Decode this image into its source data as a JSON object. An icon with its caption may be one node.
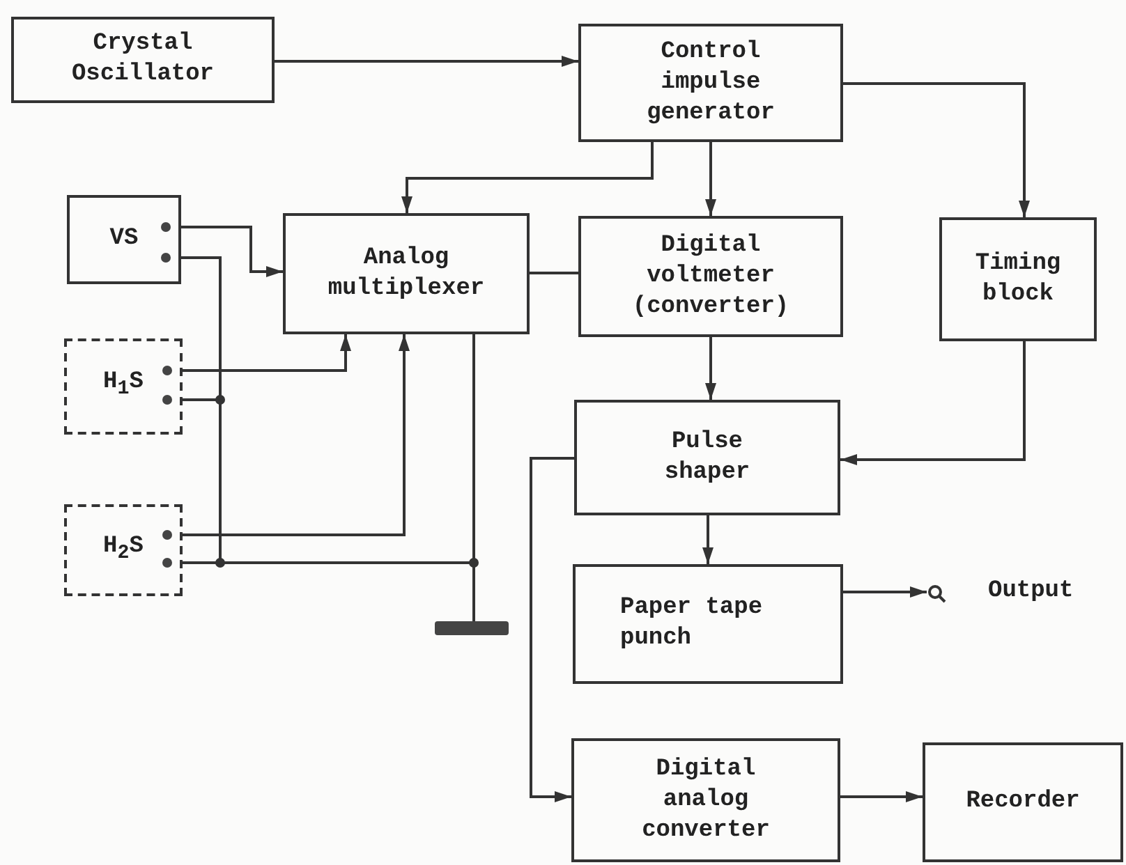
{
  "diagram": {
    "nodes": [
      {
        "text": [
          "Crystal Oscillator"
        ]
      },
      {
        "text": [
          "Control impulse generator"
        ]
      },
      {
        "text": [
          "VS"
        ]
      },
      {
        "text": [
          "Analog multiplexer"
        ]
      },
      {
        "text": [
          "Digital voltmeter (converter)"
        ]
      },
      {
        "text": [
          "Timing block"
        ]
      },
      {
        "text": [
          "H$_{1}$S"
        ]
      },
      {
        "text": [
          "H$_{2}$S"
        ]
      },
      {
        "text": [
          "Pulse shaper"
        ]
      },
      {
        "text": [],
        "shape": "bar"
      },
      {
        "text": [
          "Paper tape punch"
        ]
      },
      {
        "text": [
          "Output"
        ]
      },
      {
        "text": [
          "Digital analog converter"
        ]
      },
      {
        "text": [
          "Recorder"
        ]
      }
    ],
    "edges": [
      {
        "from": 0,
        "to": 1,
        "arrow": "to"
      },
      {
        "from": 1,
        "to": 3,
        "arrow": "to"
      },
      {
        "from": 1,
        "to": 4,
        "arrow": "to"
      },
      {
        "from": 1,
        "to": 5,
        "arrow": "to"
      },
      {
        "from": 2,
        "to": 3,
        "arrow": "to"
      },
      {
        "from": 6,
        "to": 3,
        "arrow": "to"
      },
      {
        "from": 7,
        "to": 3,
        "arrow": "to"
      },
      {
        "from": 3,
        "to": 4,
        "arrow": "none"
      },
      {
        "from": 4,
        "to": 8,
        "arrow": "to"
      },
      {
        "from": 5,
        "to": 8,
        "arrow": "to"
      },
      {
        "from": 8,
        "to": 10,
        "arrow": "to"
      },
      {
        "from": 8,
        "to": 12,
        "arrow": "to"
      },
      {
        "from": 10,
        "to": 11,
        "arrow": "to"
      },
      {
        "from": 12,
        "to": 13,
        "arrow": "to"
      },
      {
        "from": 2,
        "to": 9,
        "arrow": "none"
      },
      {
        "from": 6,
        "to": 9,
        "arrow": "none"
      },
      {
        "from": 7,
        "to": 9,
        "arrow": "none"
      },
      {
        "from": 3,
        "to": 9,
        "arrow": "none"
      }
    ]
  }
}
